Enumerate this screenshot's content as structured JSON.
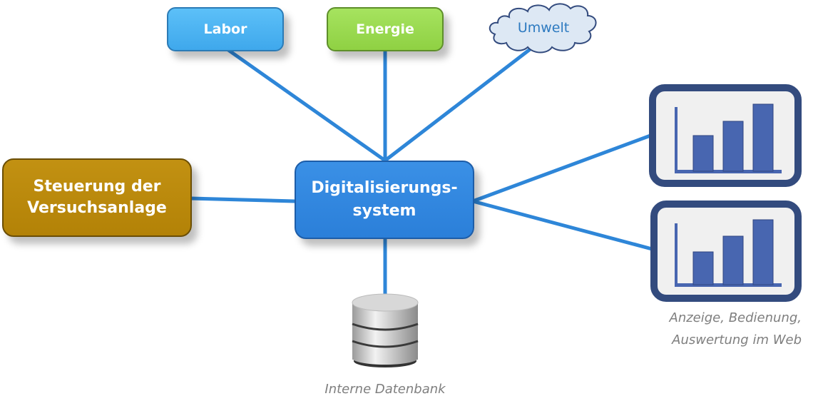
{
  "nodes": {
    "labor": "Labor",
    "energie": "Energie",
    "umwelt": "Umwelt",
    "central_line1": "Digitalisierungs-",
    "central_line2": "system",
    "steuerung_line1": "Steuerung der",
    "steuerung_line2": "Versuchsanlage"
  },
  "captions": {
    "database": "Interne Datenbank",
    "web_line1": "Anzeige, Bedienung,",
    "web_line2": "Auswertung im Web"
  },
  "colors": {
    "connector": "#2e86d8",
    "labor": "#4fb6f4",
    "energie": "#9bdc55",
    "central": "#2f88e0",
    "steuerung": "#b88a0a",
    "panel_border": "#334b7e",
    "bar": "#4866b0"
  },
  "bar_icon_values": [
    0.35,
    0.55,
    0.75
  ]
}
